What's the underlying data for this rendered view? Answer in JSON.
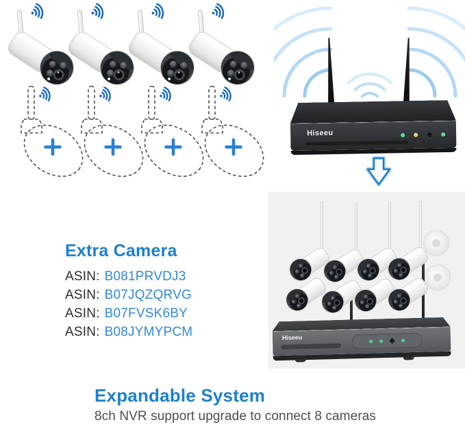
{
  "colors": {
    "accent_blue": "#1d80ce",
    "code_blue": "#3289d5",
    "wifi_blue": "#1566bd",
    "plus_blue": "#2a7fd4",
    "dash_gray": "#4f4f4f",
    "photo_bg": "#f1f1f1",
    "led_green": "#55e09a",
    "led_yellow": "#e6d96b"
  },
  "devices": {
    "nvr_brand": "Hiseeu",
    "kit_nvr_brand": "Hiseeu",
    "camera_count": 4,
    "expansion_slot_count": 4,
    "kit_camera_count": 8
  },
  "icons": {
    "wifi": "wifi-signal-icon",
    "plus": "plus-icon",
    "down_arrow": "down-arrow-icon"
  },
  "extra_camera": {
    "heading": "Extra Camera",
    "items": [
      {
        "label": "ASIN:",
        "code": "B081PRVDJ3"
      },
      {
        "label": "ASIN:",
        "code": "B07JQZQRVG"
      },
      {
        "label": "ASIN:",
        "code": "B07FVSK6BY"
      },
      {
        "label": "ASIN:",
        "code": "B08JYMYPCM"
      }
    ]
  },
  "expandable_system": {
    "heading": "Expandable System",
    "subtitle": "8ch NVR support upgrade to connect 8 cameras"
  }
}
